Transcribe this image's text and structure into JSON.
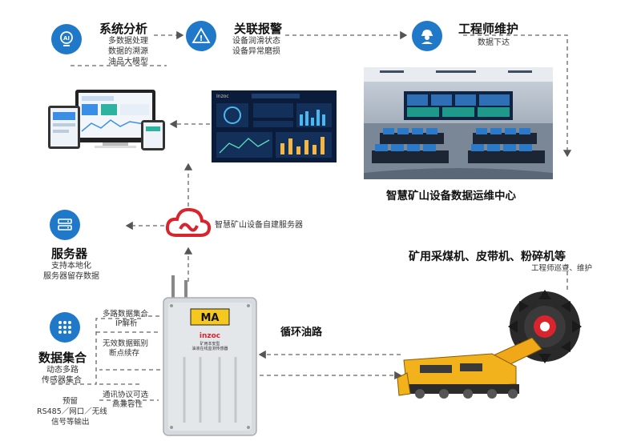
{
  "nodes": {
    "analysis": {
      "title": "系统分析",
      "lines": [
        "多数据处理",
        "数据的溯源",
        "油品大模型"
      ],
      "icon_label": "AI"
    },
    "alarm": {
      "title": "关联报警",
      "lines": [
        "设备润滑状态",
        "设备异常磨损"
      ],
      "icon_label": "!"
    },
    "engineer": {
      "title": "工程师维护",
      "lines": [
        "数据下达"
      ]
    },
    "server": {
      "title": "服务器",
      "lines": [
        "支持本地化",
        "服务器留存数据"
      ]
    },
    "collect": {
      "title": "数据集合",
      "lines": [
        "动态多路",
        "传感器集合"
      ]
    }
  },
  "labels": {
    "ops_center": "智慧矿山设备数据运维中心",
    "cloud_service": "智慧矿山设备自建服务器",
    "machines": "矿用采煤机、皮带机、粉碎机等",
    "machines_sub": "工程师巡查、维护",
    "oil_loop": "循环油路",
    "multi_collect": [
      "多路数据集合",
      "IP解析"
    ],
    "invalid_filter": [
      "无效数据甄别",
      "断点续存"
    ],
    "protocol": [
      "通讯协议可选",
      "高兼容性"
    ],
    "reserved": [
      "预留",
      "RS485／网口／无线",
      "信号等输出"
    ]
  },
  "device": {
    "brand": "MA",
    "logo": "inzoc",
    "line1": "矿用本安型",
    "line2": "油液在线监测传感器"
  },
  "screens": {
    "dash_brand": "Inzoc"
  },
  "colors": {
    "accent": "#1f78c8",
    "cloud": "#d9232d",
    "device_yellow": "#f4c81f",
    "line": "#666666"
  }
}
